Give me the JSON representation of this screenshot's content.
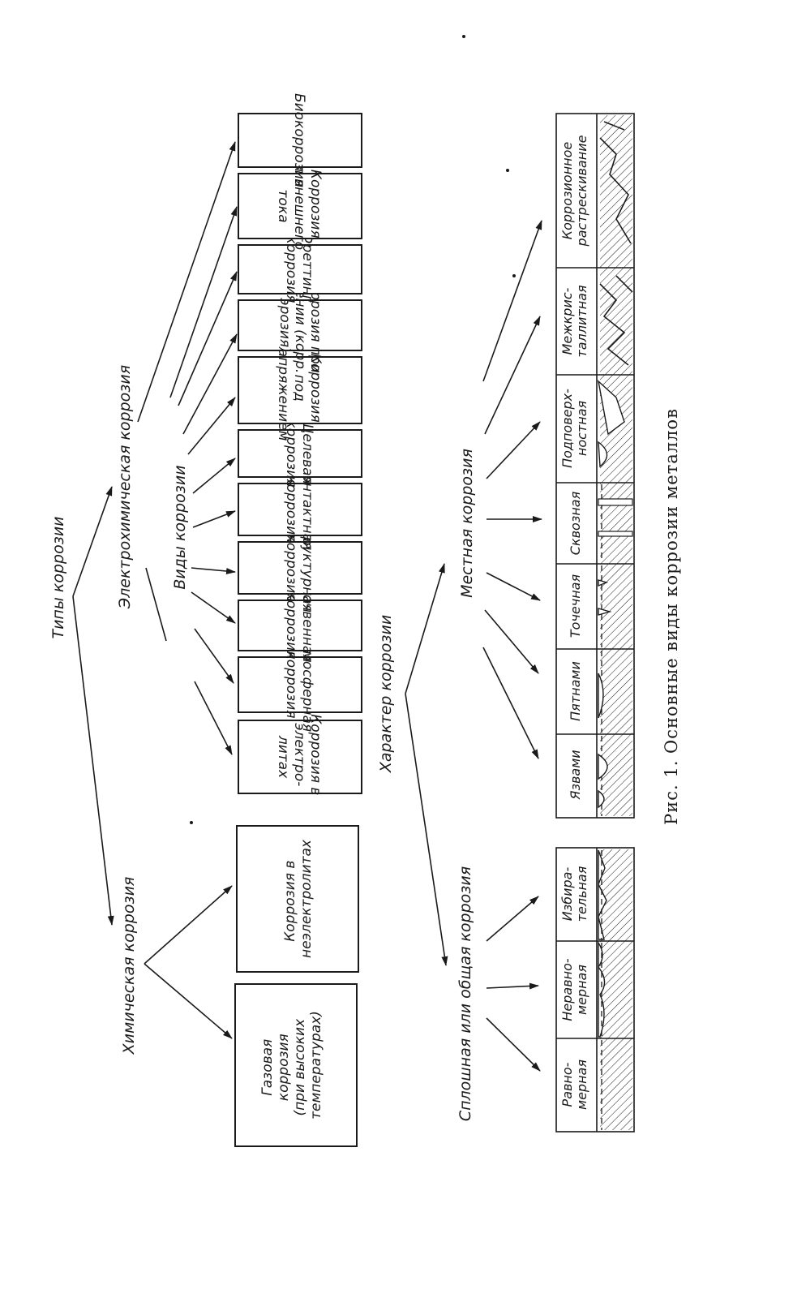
{
  "title": "Типы коррозии",
  "chemical": {
    "label": "Химическая коррозия",
    "types": [
      "Газовая коррозия (при высоких температурах)",
      "Коррозия в неэлектролитах"
    ]
  },
  "electrochemical": {
    "label": "Электрохимическая коррозия",
    "subtitle": "Виды коррозии",
    "types": [
      "Коррозия в электролитах",
      "Атмосферная коррозия",
      "Почвенная коррозия",
      "Структурная коррозия",
      "Контактная коррозия",
      "Щелевая коррозия",
      "Коррозия под напряжением",
      "Коррозия при трении (корр. эрозия)",
      "Фреттинг коррозия",
      "Коррозия от внешнего тока",
      "Биокоррозия"
    ]
  },
  "character": {
    "label": "Характер коррозии",
    "uniform": {
      "label": "Сплошная или общая коррозия",
      "types": [
        "Равномерная",
        "Неравномерная",
        "Избирательная"
      ]
    },
    "local": {
      "label": "Местная коррозия",
      "types": [
        "Язвами",
        "Пятнами",
        "Точечная",
        "Сквозная",
        "Подповерхностная",
        "Межкристаллитная",
        "Коррозионное растрескивание"
      ]
    }
  },
  "caption": "Рис. 1. Основные виды коррозии металлов"
}
